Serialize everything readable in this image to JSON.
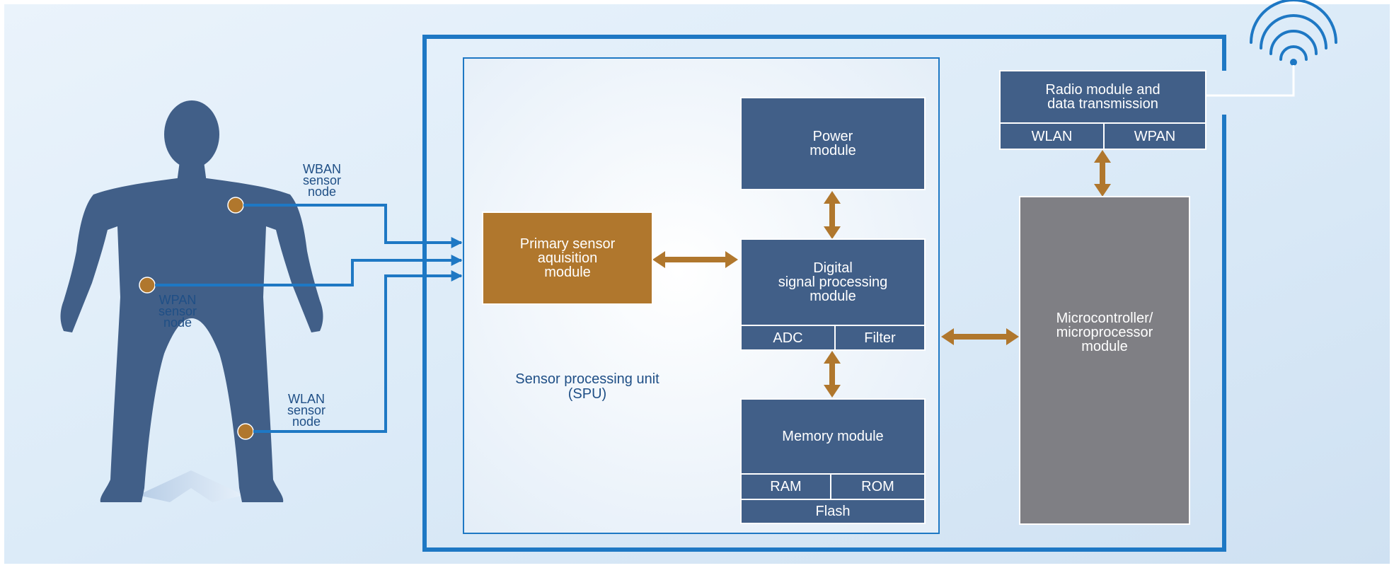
{
  "colors": {
    "background": "#d9e8f6",
    "frame_blue": "#1e78c4",
    "block_blue": "#415f88",
    "block_orange": "#b0772d",
    "block_gray": "#7f7f84",
    "arrow_orange": "#b0772d",
    "sensor_dot": "#b0772d",
    "label_blue": "#1f4f86"
  },
  "sensor_nodes": {
    "wban": "WBAN\nsensor\nnode",
    "wpan": "WPAN\nsensor\nnode",
    "wlan": "WLAN\nsensor\nnode"
  },
  "spu": {
    "label": "Sensor processing unit\n(SPU)"
  },
  "blocks": {
    "primary_sensor": "Primary sensor\naquisition\nmodule",
    "power": "Power\nmodule",
    "dsp": "Digital\nsignal processing\nmodule",
    "adc": "ADC",
    "filter": "Filter",
    "memory": "Memory module",
    "ram": "RAM",
    "rom": "ROM",
    "flash": "Flash",
    "radio": "Radio module and\ndata transmission",
    "radio_wlan": "WLAN",
    "radio_wpan": "WPAN",
    "micro": "Microcontroller/\nmicroprocessor\nmodule"
  },
  "icons": {
    "wireless": "wifi-signal-icon",
    "body": "human-silhouette-icon"
  }
}
